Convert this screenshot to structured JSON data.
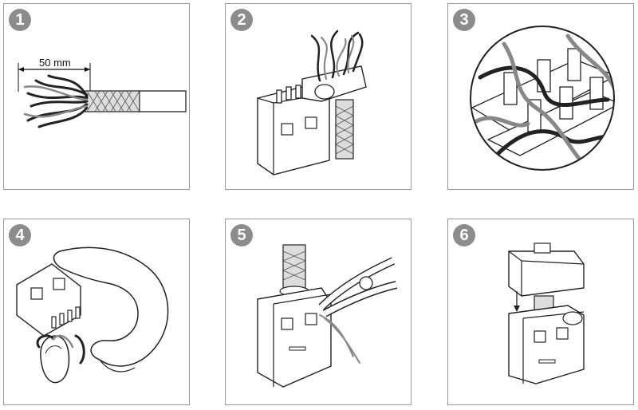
{
  "steps": [
    {
      "number": "1",
      "measurement": "50 mm"
    },
    {
      "number": "2"
    },
    {
      "number": "3"
    },
    {
      "number": "4"
    },
    {
      "number": "5"
    },
    {
      "number": "6"
    }
  ],
  "colors": {
    "badge": "#8c8c8c",
    "border": "#9a9a9a",
    "wire_dark": "#222222",
    "wire_grey": "#888888"
  }
}
